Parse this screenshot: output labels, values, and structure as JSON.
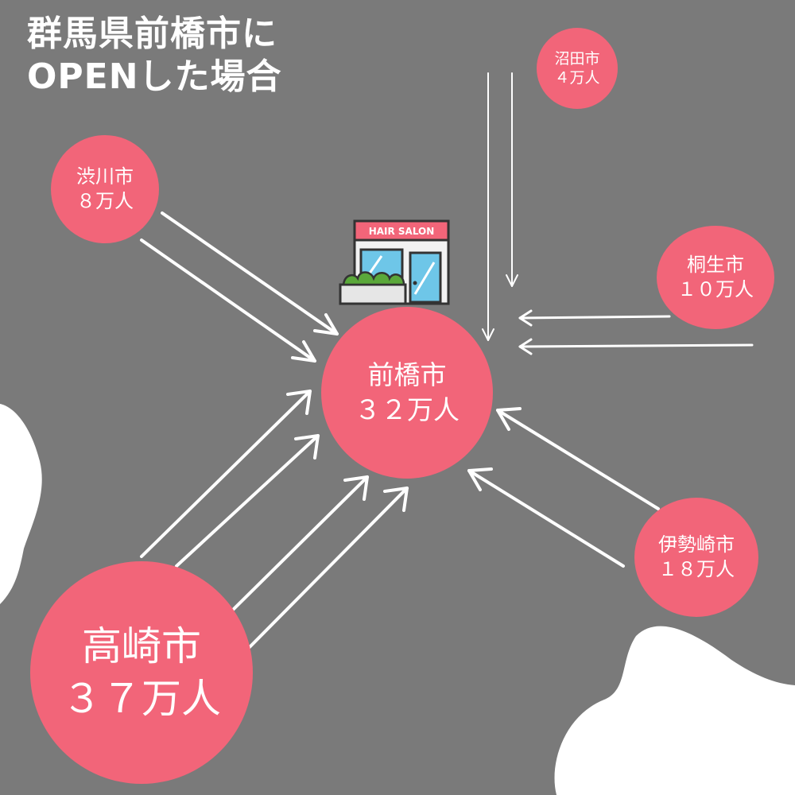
{
  "title": {
    "line1": "群馬県前橋市に",
    "line2": "OPENした場合"
  },
  "center": {
    "name": "前橋市",
    "population": "３２万人"
  },
  "cities": [
    {
      "id": "takasaki",
      "name": "高崎市",
      "population": "３７万人"
    },
    {
      "id": "shibukawa",
      "name": "渋川市",
      "population": "８万人"
    },
    {
      "id": "numata",
      "name": "沼田市",
      "population": "４万人"
    },
    {
      "id": "kiryu",
      "name": "桐生市",
      "population": "１０万人"
    },
    {
      "id": "isesaki",
      "name": "伊勢崎市",
      "population": "１８万人"
    }
  ],
  "salon": {
    "sign": "HAIR SALON"
  },
  "colors": {
    "background": "#7a7a7a",
    "land": "#ffffff",
    "city": "#f26579",
    "arrow": "#ffffff"
  }
}
